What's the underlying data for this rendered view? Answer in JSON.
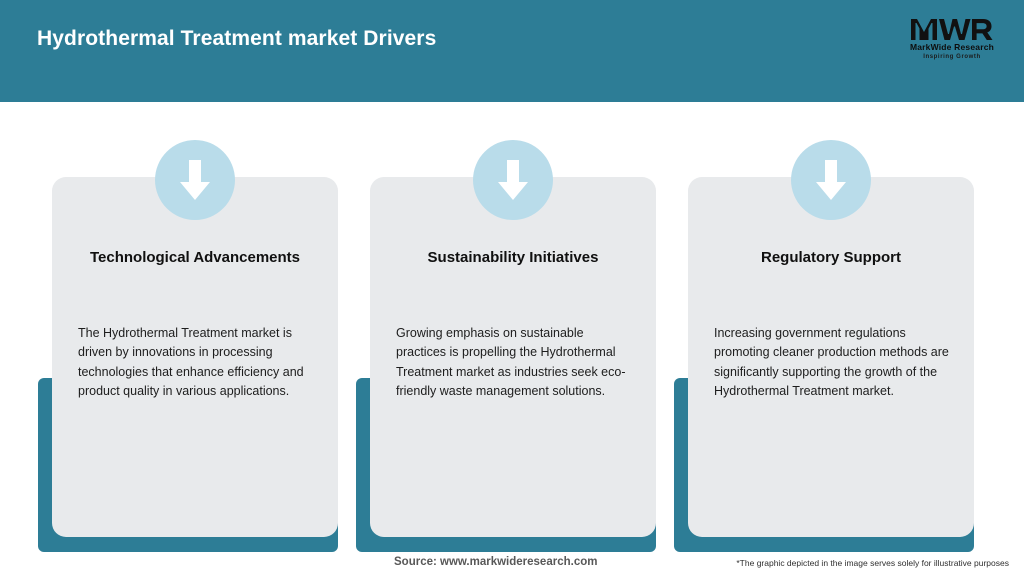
{
  "header": {
    "title": "Hydrothermal Treatment market Drivers",
    "background_color": "#2d7d96",
    "title_color": "#ffffff"
  },
  "logo": {
    "mark": "MWR",
    "name": "MarkWide Research",
    "tagline": "Inspiring Growth"
  },
  "theme": {
    "accent_color": "#2d7d96",
    "card_background": "#e8eaec",
    "icon_circle_color": "#b9dcea",
    "icon_arrow_color": "#ffffff",
    "page_background": "#ffffff"
  },
  "cards": [
    {
      "icon": "arrow-down-icon",
      "title": "Technological Advancements",
      "body": "The Hydrothermal Treatment market is driven by innovations in processing technologies that enhance efficiency and product quality in various applications."
    },
    {
      "icon": "arrow-down-icon",
      "title": "Sustainability Initiatives",
      "body": "Growing emphasis on sustainable practices is propelling the Hydrothermal Treatment market as industries seek eco-friendly waste management solutions."
    },
    {
      "icon": "arrow-down-icon",
      "title": "Regulatory Support",
      "body": "Increasing government regulations promoting cleaner production methods are significantly supporting the growth of the Hydrothermal Treatment market."
    }
  ],
  "footer": {
    "source": "Source: www.markwideresearch.com",
    "disclaimer": "*The graphic depicted in the image serves solely for illustrative purposes"
  }
}
